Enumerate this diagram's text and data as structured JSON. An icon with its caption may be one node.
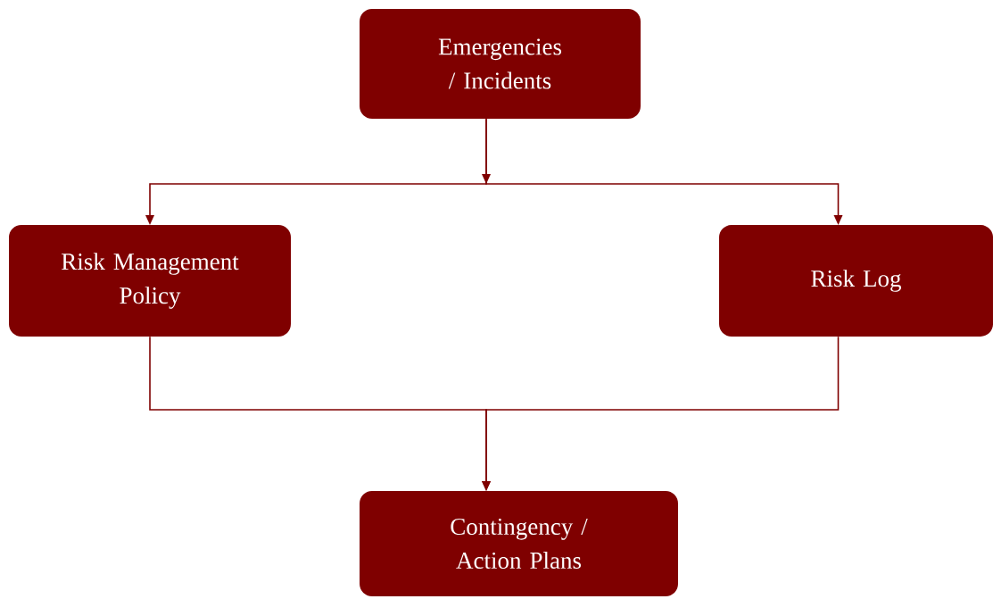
{
  "diagram": {
    "nodes": [
      {
        "text": [
          "Emergencies / Incidents"
        ]
      },
      {
        "text": [
          "Risk Management Policy"
        ]
      },
      {
        "text": [
          "Risk Log"
        ]
      },
      {
        "text": [
          "Contingency / Action Plans"
        ]
      }
    ],
    "edges": [
      {
        "from": 0,
        "to": 1,
        "arrow": "to"
      },
      {
        "from": 0,
        "to": 2,
        "arrow": "to"
      },
      {
        "from": 1,
        "to": 3,
        "arrow": "to"
      },
      {
        "from": 2,
        "to": 3,
        "arrow": "to"
      }
    ]
  }
}
